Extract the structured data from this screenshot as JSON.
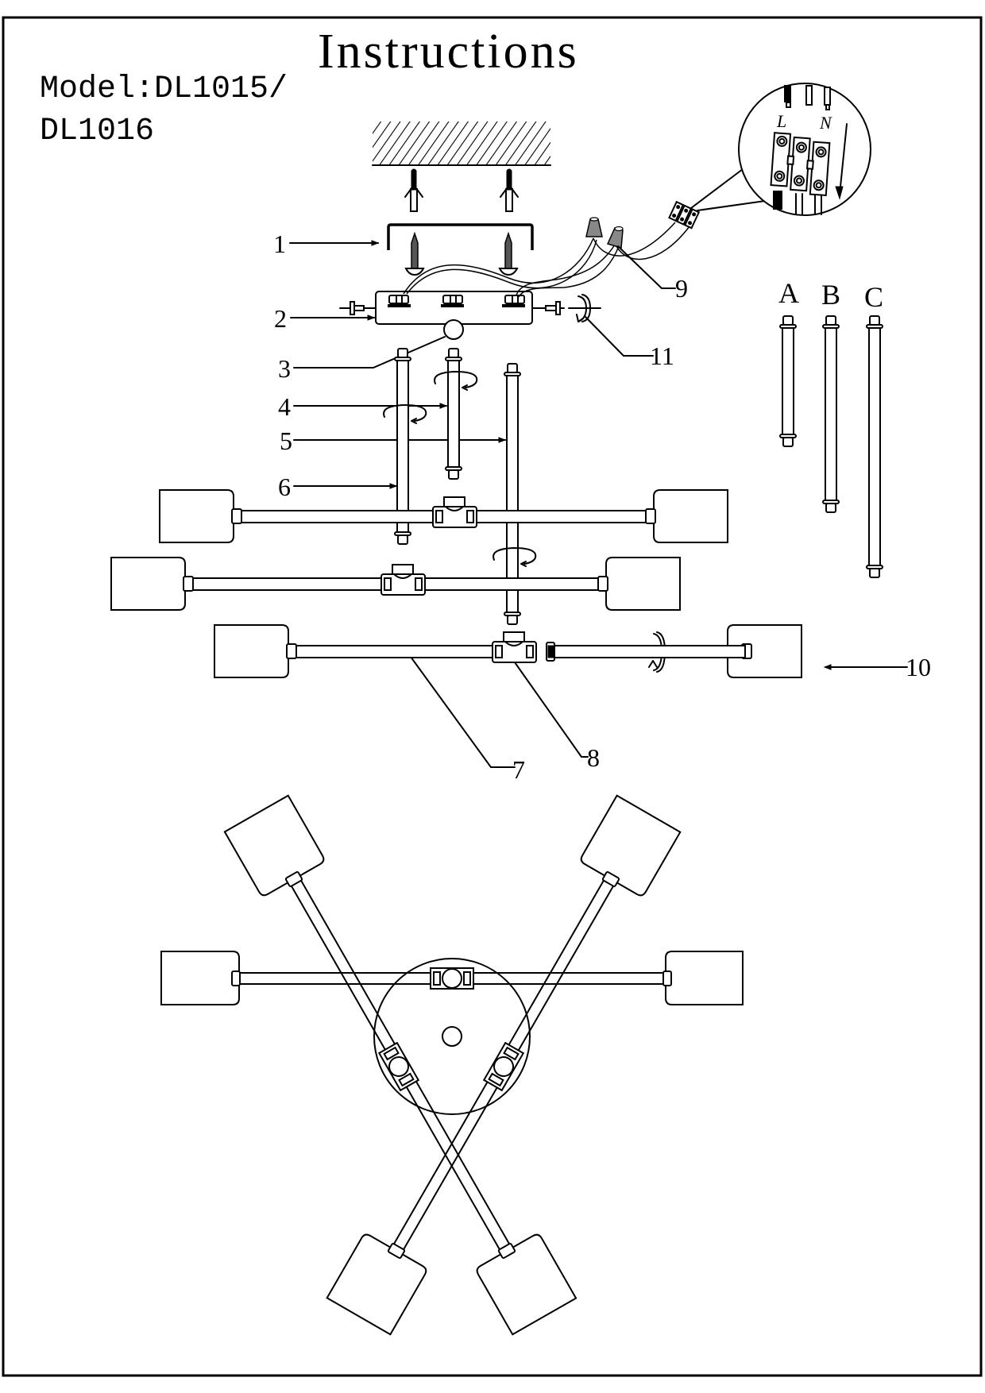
{
  "header": {
    "title": "Instructions",
    "model_line1": "Model:DL1015/",
    "model_line2": "DL1016"
  },
  "wiring_detail": {
    "live_label": "L",
    "neutral_label": "N"
  },
  "callouts": [
    {
      "number": "1",
      "part": "mounting-bracket"
    },
    {
      "number": "2",
      "part": "canopy"
    },
    {
      "number": "3",
      "part": "canopy-hole"
    },
    {
      "number": "4",
      "part": "rod-short"
    },
    {
      "number": "5",
      "part": "rod-long"
    },
    {
      "number": "6",
      "part": "rod-medium"
    },
    {
      "number": "7",
      "part": "arm"
    },
    {
      "number": "8",
      "part": "t-connector"
    },
    {
      "number": "9",
      "part": "wire-connector"
    },
    {
      "number": "10",
      "part": "lamp-shade"
    },
    {
      "number": "11",
      "part": "decorative-nut"
    }
  ],
  "rod_options": [
    {
      "label": "A",
      "length_rank": 1
    },
    {
      "label": "B",
      "length_rank": 2
    },
    {
      "label": "C",
      "length_rank": 3
    }
  ],
  "colors": {
    "ink": "#000000",
    "paper": "#ffffff"
  }
}
